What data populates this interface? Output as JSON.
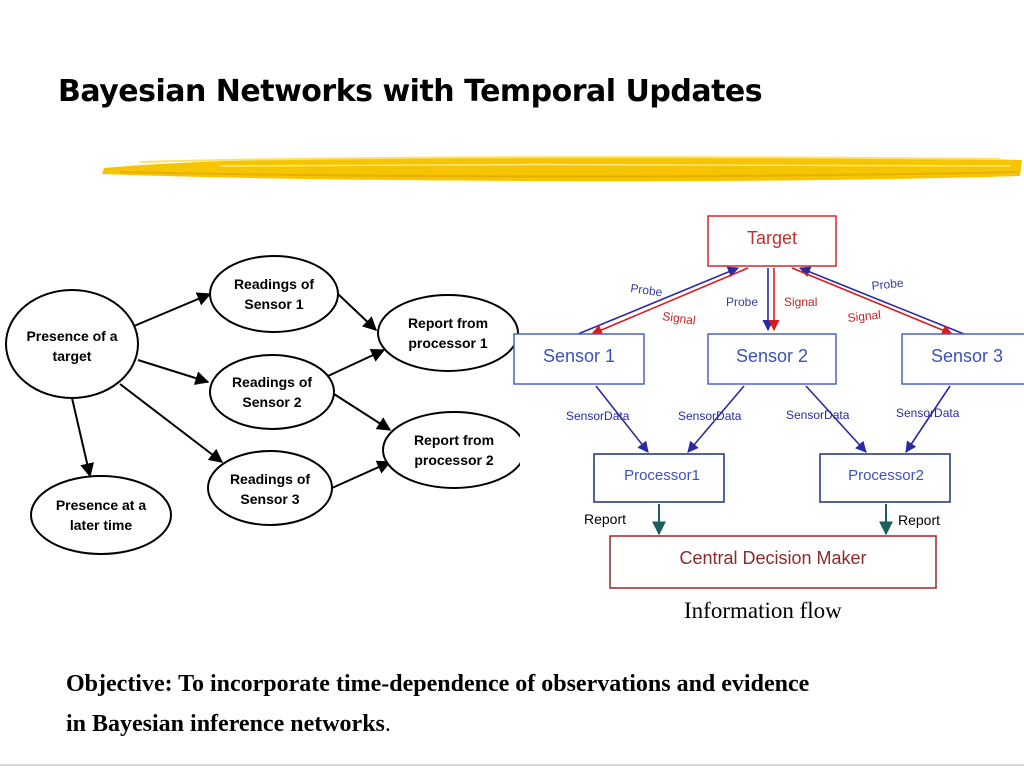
{
  "slide": {
    "title": "Bayesian Networks with Temporal Updates",
    "accent_color": "#f5c300",
    "objective_text": "Objective: To incorporate time-dependence of observations and evidence in Bayesian inference networks",
    "objective_period": "."
  },
  "bayes_net": {
    "nodes": {
      "presence": [
        "Presence of a",
        "target"
      ],
      "sensor1": [
        "Readings of",
        "Sensor 1"
      ],
      "sensor2": [
        "Readings of",
        "Sensor 2"
      ],
      "sensor3": [
        "Readings of",
        "Sensor 3"
      ],
      "report1": [
        "Report from",
        "processor 1"
      ],
      "report2": [
        "Report from",
        "processor 2"
      ],
      "later": [
        "Presence at a",
        "later time"
      ]
    }
  },
  "info_flow": {
    "caption": "Information flow",
    "target": "Target",
    "sensors": [
      "Sensor 1",
      "Sensor 2",
      "Sensor 3"
    ],
    "processors": [
      "Processor1",
      "Processor2"
    ],
    "central": "Central Decision Maker",
    "probe": "Probe",
    "signal": "Signal",
    "sensor_data": "SensorData",
    "report": "Report",
    "colors": {
      "target": "#d02a2a",
      "sensor": "#4a62c4",
      "processor": "#1a2e86",
      "central": "#a02424",
      "probe_arrow": "#2a2aa6",
      "signal_arrow": "#d81c1c",
      "data_arrow": "#2a2a9e",
      "report_arrow": "#1d5e5e"
    }
  }
}
